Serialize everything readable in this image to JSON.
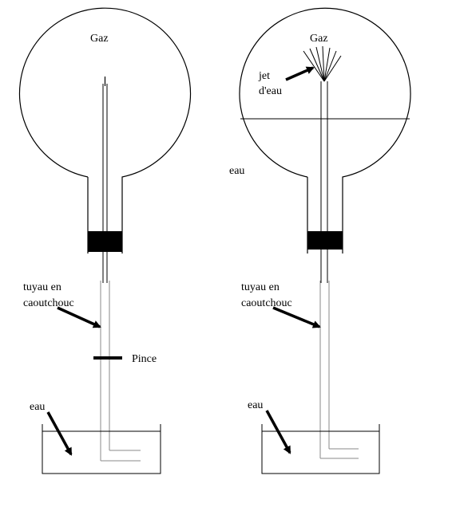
{
  "left_setup": {
    "gas_label": "Gaz",
    "tube_label_line1": "tuyau en",
    "tube_label_line2": "caoutchouc",
    "clamp_label": "Pince",
    "water_label": "eau"
  },
  "right_setup": {
    "gas_label": "Gaz",
    "jet_label_line1": "jet",
    "jet_label_line2": "d'eau",
    "flask_water_label": "eau",
    "tube_label_line1": "tuyau en",
    "tube_label_line2": "caoutchouc",
    "water_label": "eau"
  },
  "colors": {
    "line": "#000000",
    "pipe_gray": "#8a8a8a",
    "background": "#ffffff"
  }
}
